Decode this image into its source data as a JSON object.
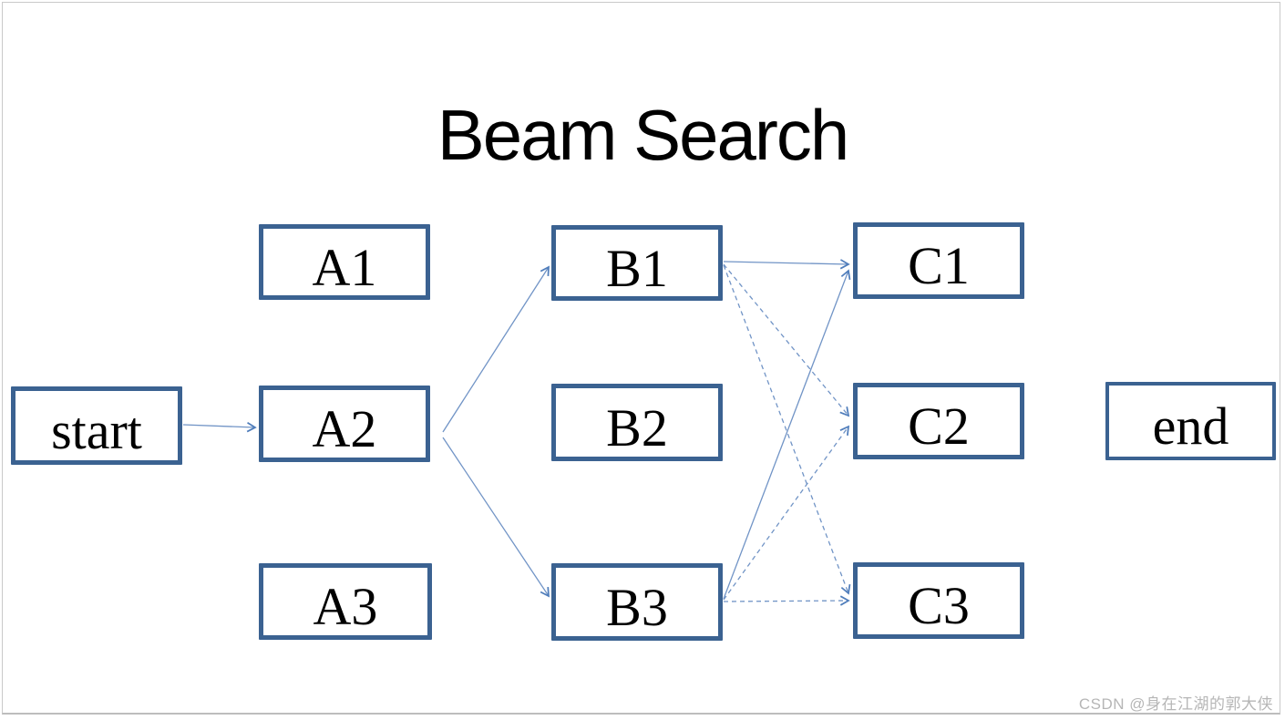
{
  "title": "Beam Search",
  "watermark": "CSDN @身在江湖的郭大侠",
  "colors": {
    "box_border": "#3b6291",
    "arrow": "#7194c6",
    "arrow_head": "#4f7dbb",
    "title_text": "#000000",
    "node_text": "#000000",
    "watermark_text": "#b6b6b6",
    "background": "#ffffff",
    "slide_border": "#c9c9c9"
  },
  "nodes": {
    "start": {
      "label": "start"
    },
    "a1": {
      "label": "A1"
    },
    "a2": {
      "label": "A2"
    },
    "a3": {
      "label": "A3"
    },
    "b1": {
      "label": "B1"
    },
    "b2": {
      "label": "B2"
    },
    "b3": {
      "label": "B3"
    },
    "c1": {
      "label": "C1"
    },
    "c2": {
      "label": "C2"
    },
    "c3": {
      "label": "C3"
    },
    "end": {
      "label": "end"
    }
  },
  "edges": [
    {
      "from": "start",
      "to": "A2",
      "style": "solid"
    },
    {
      "from": "A2",
      "to": "B1",
      "style": "solid"
    },
    {
      "from": "A2",
      "to": "B3",
      "style": "solid"
    },
    {
      "from": "B1",
      "to": "C1",
      "style": "solid"
    },
    {
      "from": "B3",
      "to": "C1",
      "style": "solid"
    },
    {
      "from": "B1",
      "to": "C2",
      "style": "dashed"
    },
    {
      "from": "B3",
      "to": "C2",
      "style": "dashed"
    },
    {
      "from": "B1",
      "to": "C3",
      "style": "dashed"
    },
    {
      "from": "B3",
      "to": "C3",
      "style": "dashed"
    }
  ]
}
